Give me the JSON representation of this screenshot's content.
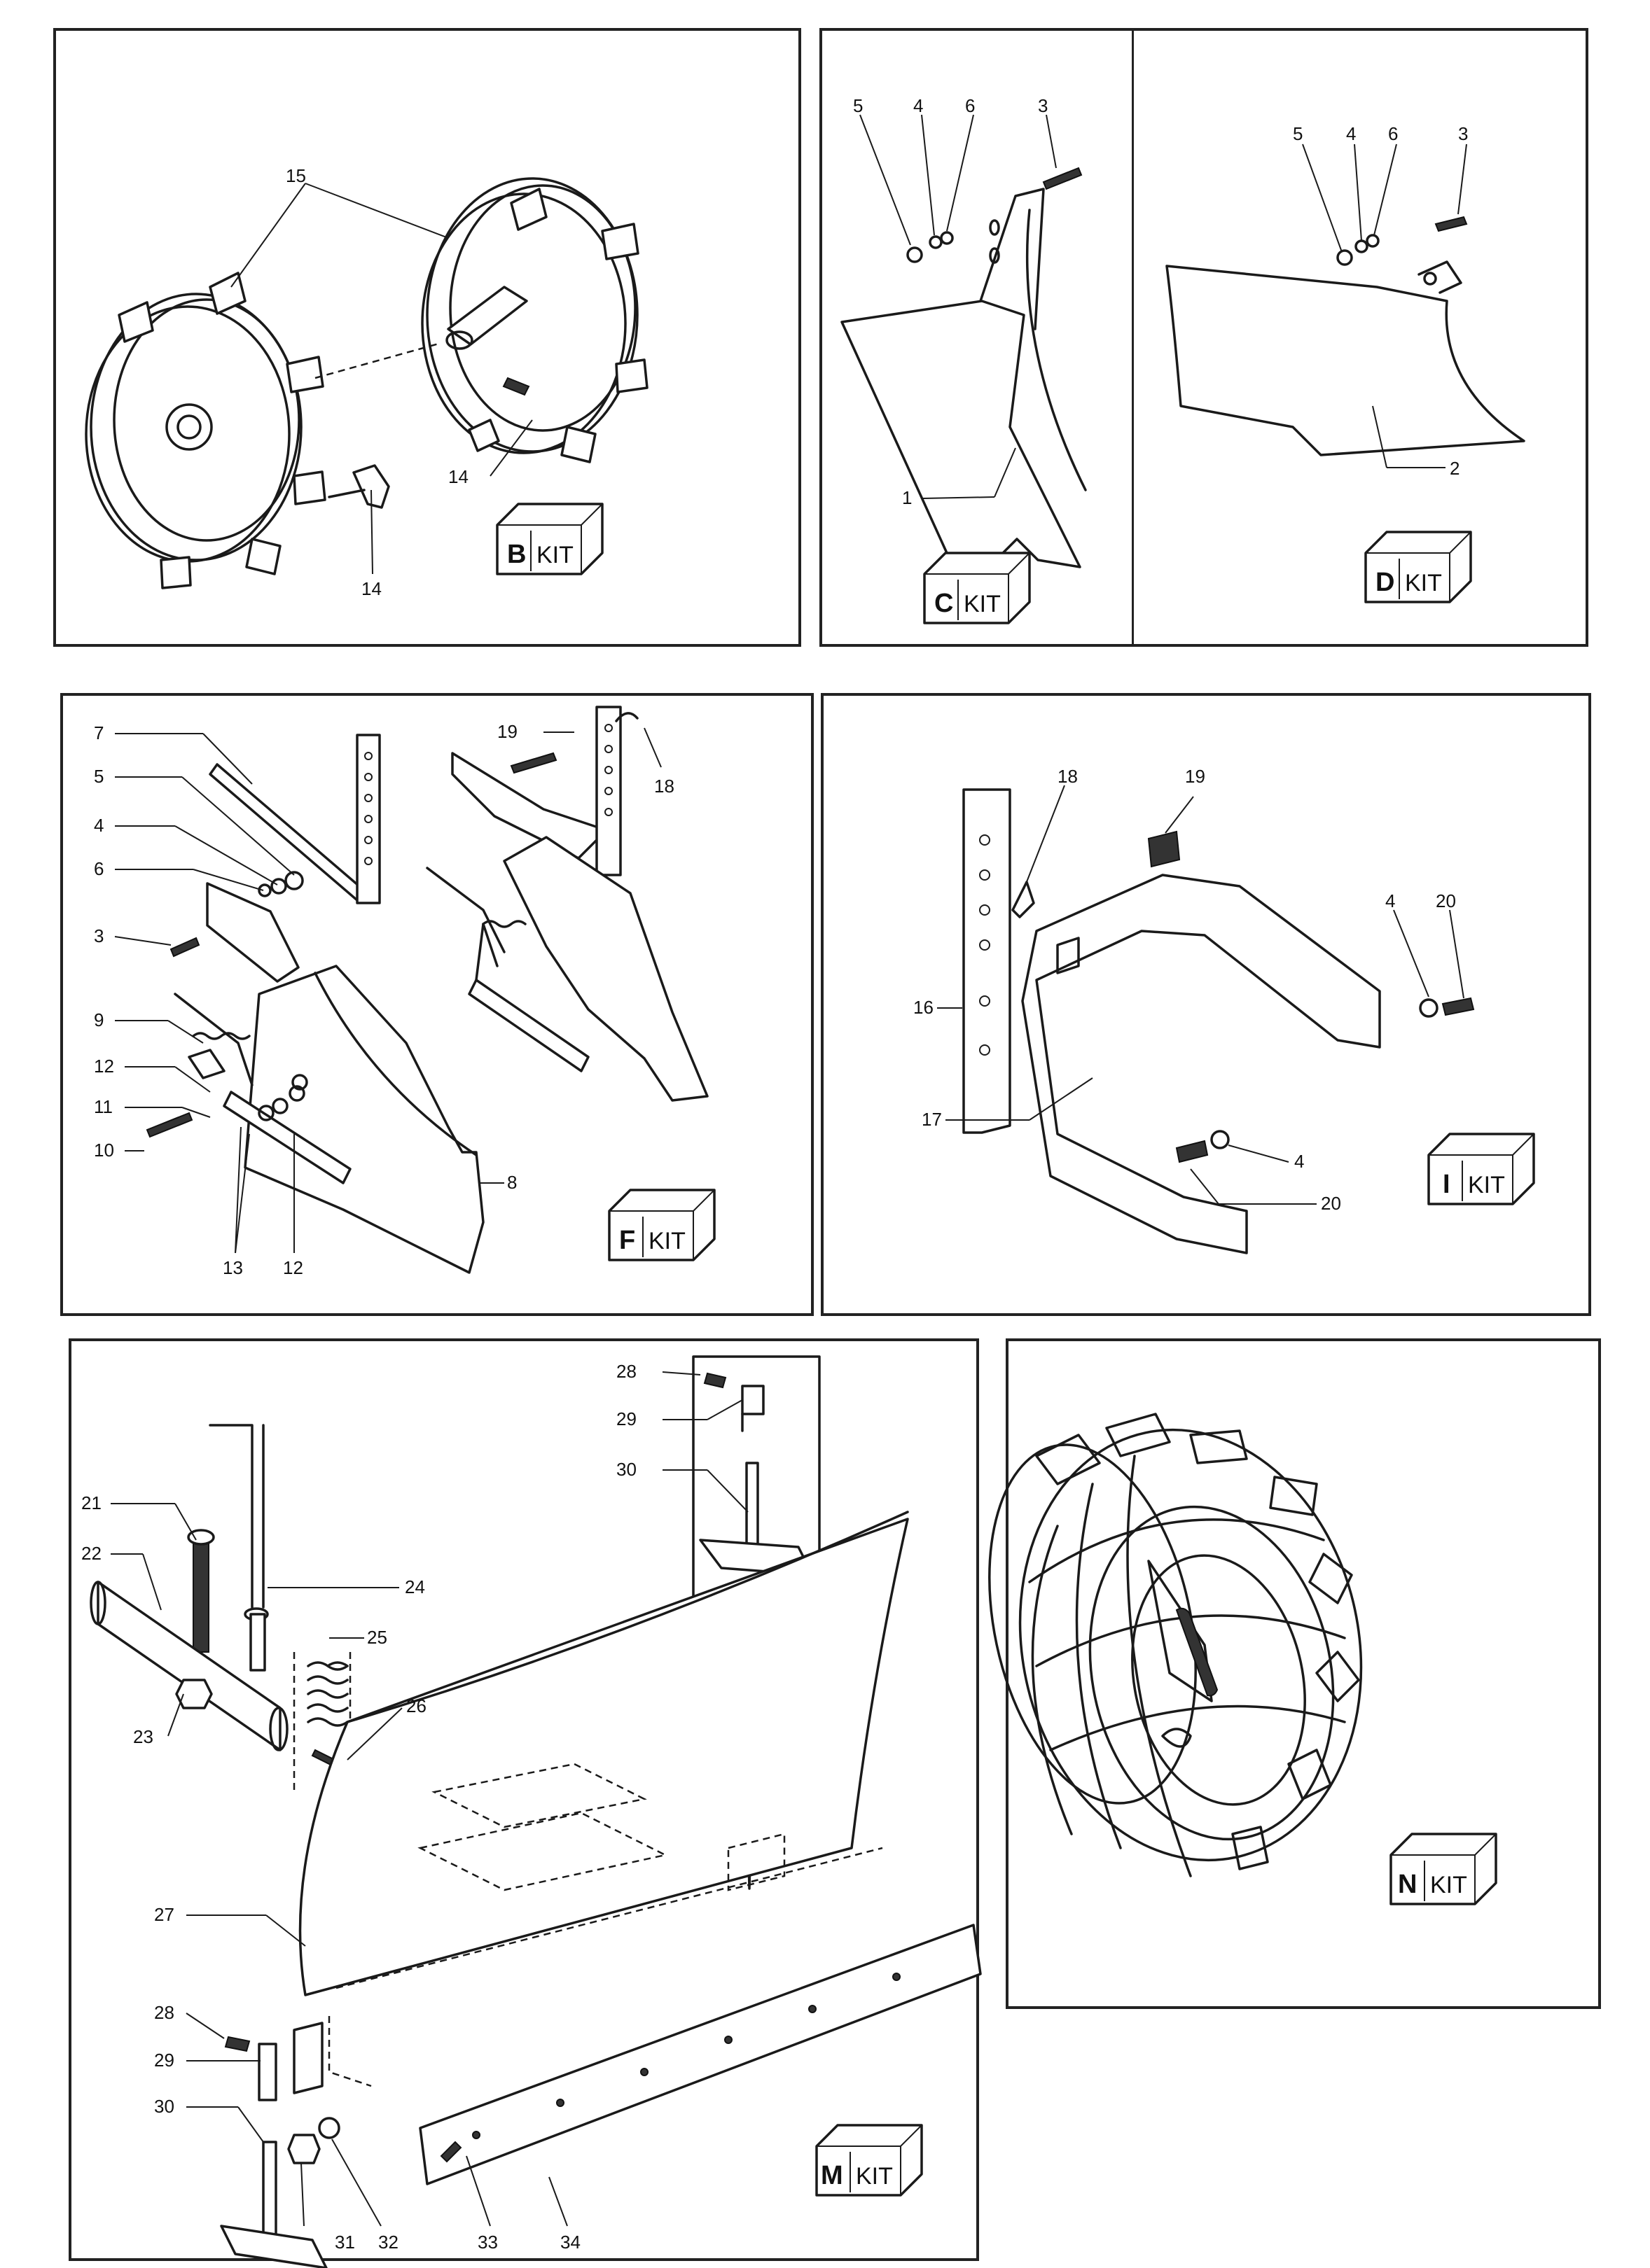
{
  "panels": {
    "B": {
      "kit": {
        "letter": "B",
        "word": "KIT"
      },
      "callouts": [
        "15",
        "14",
        "14"
      ]
    },
    "C": {
      "kit": {
        "letter": "C",
        "word": "KIT"
      },
      "callouts": [
        "5",
        "4",
        "6",
        "3",
        "1"
      ]
    },
    "D": {
      "kit": {
        "letter": "D",
        "word": "KIT"
      },
      "callouts": [
        "5",
        "4",
        "6",
        "3",
        "2"
      ]
    },
    "F": {
      "kit": {
        "letter": "F",
        "word": "KIT"
      },
      "callouts": [
        "7",
        "5",
        "4",
        "6",
        "3",
        "9",
        "12",
        "11",
        "10",
        "13",
        "12",
        "8",
        "19",
        "18"
      ]
    },
    "I": {
      "kit": {
        "letter": "I",
        "word": "KIT"
      },
      "callouts": [
        "18",
        "19",
        "16",
        "17",
        "4",
        "20",
        "4",
        "20"
      ]
    },
    "M": {
      "kit": {
        "letter": "M",
        "word": "KIT"
      },
      "callouts": [
        "28",
        "29",
        "30",
        "21",
        "22",
        "24",
        "25",
        "26",
        "23",
        "27",
        "28",
        "29",
        "30",
        "31",
        "32",
        "33",
        "34"
      ]
    },
    "N": {
      "kit": {
        "letter": "N",
        "word": "KIT"
      }
    }
  }
}
